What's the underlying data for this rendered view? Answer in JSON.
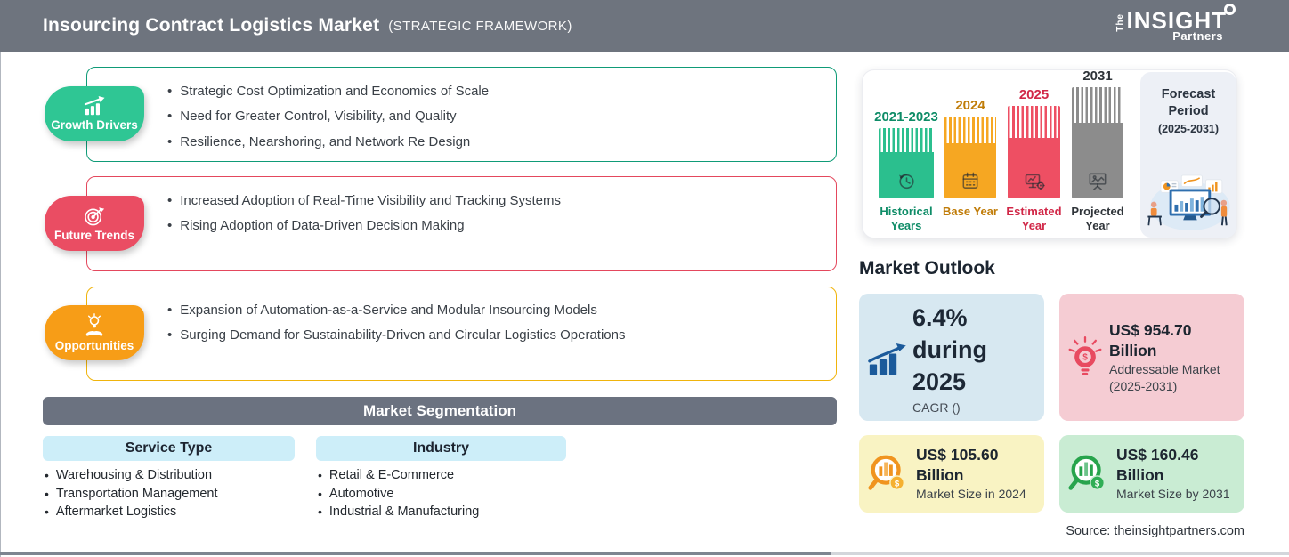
{
  "header": {
    "title": "Insourcing Contract Logistics Market",
    "subtitle": "(STRATEGIC FRAMEWORK)",
    "logo": {
      "the": "The",
      "insight": "INSIGHT",
      "partners": "Partners"
    }
  },
  "sections": [
    {
      "label": "Growth Drivers",
      "color": "#2fc694",
      "bullets": [
        "Strategic Cost Optimization and Economics of Scale",
        "Need for Greater Control, Visibility, and Quality",
        "Resilience, Nearshoring, and Network Re Design"
      ]
    },
    {
      "label": "Future Trends",
      "color": "#ea4d63",
      "bullets": [
        "Increased Adoption of Real-Time Visibility and Tracking Systems",
        "Rising Adoption of Data-Driven Decision Making"
      ]
    },
    {
      "label": "Opportunities",
      "color": "#f79d17",
      "bullets": [
        "Expansion of Automation-as-a-Service and Modular Insourcing Models",
        "Surging Demand for Sustainability-Driven and Circular Logistics Operations"
      ]
    }
  ],
  "segmentation": {
    "title": "Market Segmentation",
    "columns": [
      {
        "header": "Service Type",
        "items": [
          "Warehousing & Distribution",
          "Transportation Management",
          "Aftermarket Logistics"
        ]
      },
      {
        "header": "Industry",
        "items": [
          "Retail & E-Commerce",
          "Automotive",
          "Industrial & Manufacturing"
        ]
      }
    ]
  },
  "timeline": {
    "bars": [
      {
        "year": "2021-2023",
        "label": "Historical Years",
        "color": "#2bbf8e"
      },
      {
        "year": "2024",
        "label": "Base Year",
        "color": "#f6a722"
      },
      {
        "year": "2025",
        "label": "Estimated Year",
        "color": "#ee4f63"
      },
      {
        "year": "2031",
        "label": "Projected Year",
        "color": "#8c8c8c"
      }
    ],
    "forecast": {
      "line1": "Forecast",
      "line2": "Period",
      "range": "(2025-2031)"
    }
  },
  "outlook": {
    "title": "Market Outlook",
    "cards": [
      {
        "lines": [
          "6.4%",
          "during",
          "2025"
        ],
        "sub": "CAGR ()",
        "bg": "#d7e8f1"
      },
      {
        "value": "US$ 954.70",
        "unit": "Billion",
        "sub1": "Addressable Market",
        "sub2": "(2025-2031)",
        "bg": "#f5ccd3"
      },
      {
        "value": "US$ 105.60",
        "unit": "Billion",
        "sub1": "Market Size in 2024",
        "bg": "#f9f3c3"
      },
      {
        "value": "US$ 160.46",
        "unit": "Billion",
        "sub1": "Market Size by 2031",
        "bg": "#c9ecd3"
      }
    ],
    "source": "Source: theinsightpartners.com"
  },
  "colors": {
    "header_bar": "#6e747e",
    "growth": "#2fc694",
    "trends": "#ea4d63",
    "opportunities": "#f79d17",
    "segmentation_bar": "#6b7280",
    "column_header": "#cdeef9"
  }
}
